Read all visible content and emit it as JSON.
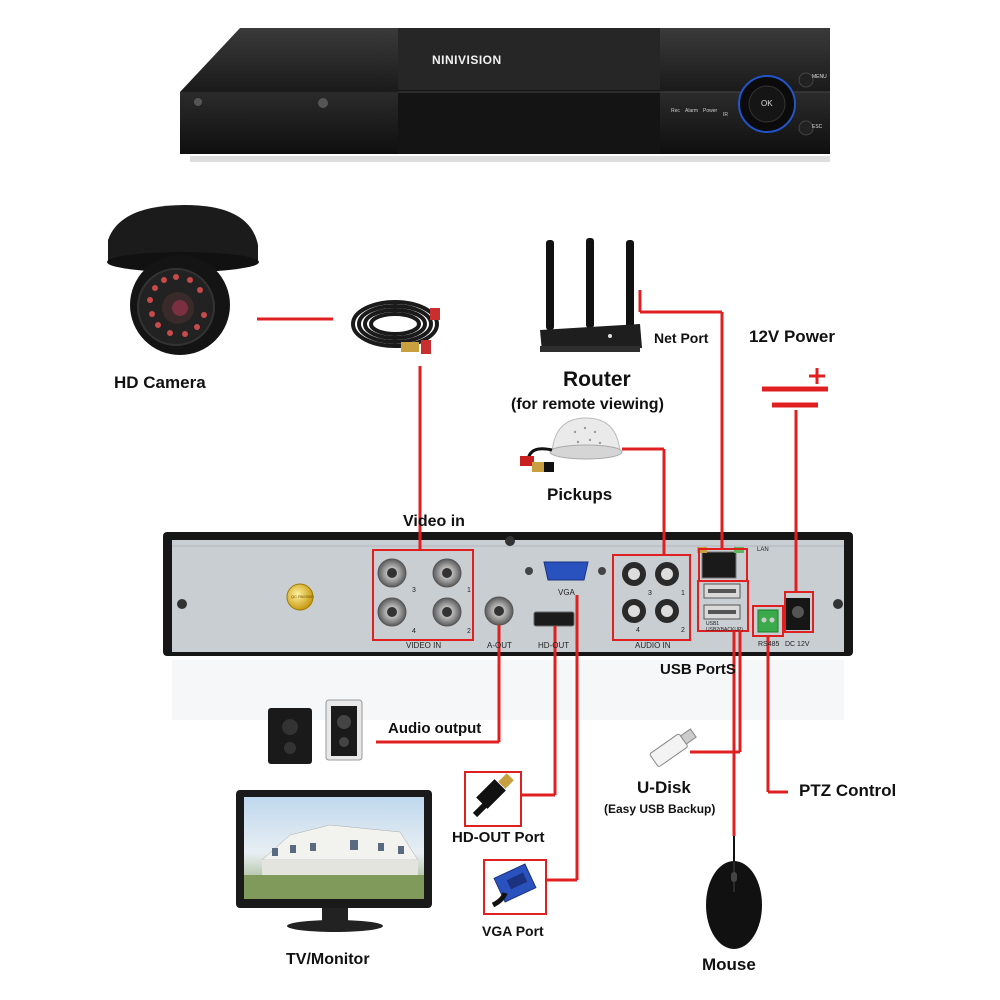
{
  "dvr_front": {
    "brand": "NINIVISION",
    "indicators": [
      "Rec",
      "Alarm",
      "Power"
    ],
    "ir_label": "IR",
    "ok_label": "OK",
    "menu_label": "MENU",
    "esc_label": "ESC"
  },
  "devices": {
    "hd_camera": "HD Camera",
    "router": "Router",
    "router_sub": "(for remote viewing)",
    "net_port": "Net Port",
    "power": "12V Power",
    "pickups": "Pickups",
    "video_in": "Video in",
    "usb_ports": "USB PortS",
    "audio_output": "Audio output",
    "u_disk": "U-Disk",
    "u_disk_sub": "(Easy USB Backup)",
    "ptz_control": "PTZ Control",
    "hd_out_port": "HD-OUT Port",
    "vga_port": "VGA Port",
    "tv_monitor": "TV/Monitor",
    "mouse": "Mouse"
  },
  "rear_panel": {
    "video_in": "VIDEO IN",
    "a_out": "A-OUT",
    "vga": "VGA",
    "hd_out": "HD-OUT",
    "audio_in": "AUDIO IN",
    "lan": "LAN",
    "usb1": "USB1",
    "usb2": "USB2(BACKUP)",
    "rs485": "RS485",
    "dc12v": "DC 12V",
    "qc_badge": "QC PASSED",
    "video_nums": [
      "3",
      "1",
      "4",
      "2"
    ],
    "audio_nums": [
      "3",
      "1",
      "4",
      "2"
    ]
  },
  "colors": {
    "connector_line": "#e02020",
    "chassis": "#1c1c1c",
    "panel": "#c9ced3"
  }
}
